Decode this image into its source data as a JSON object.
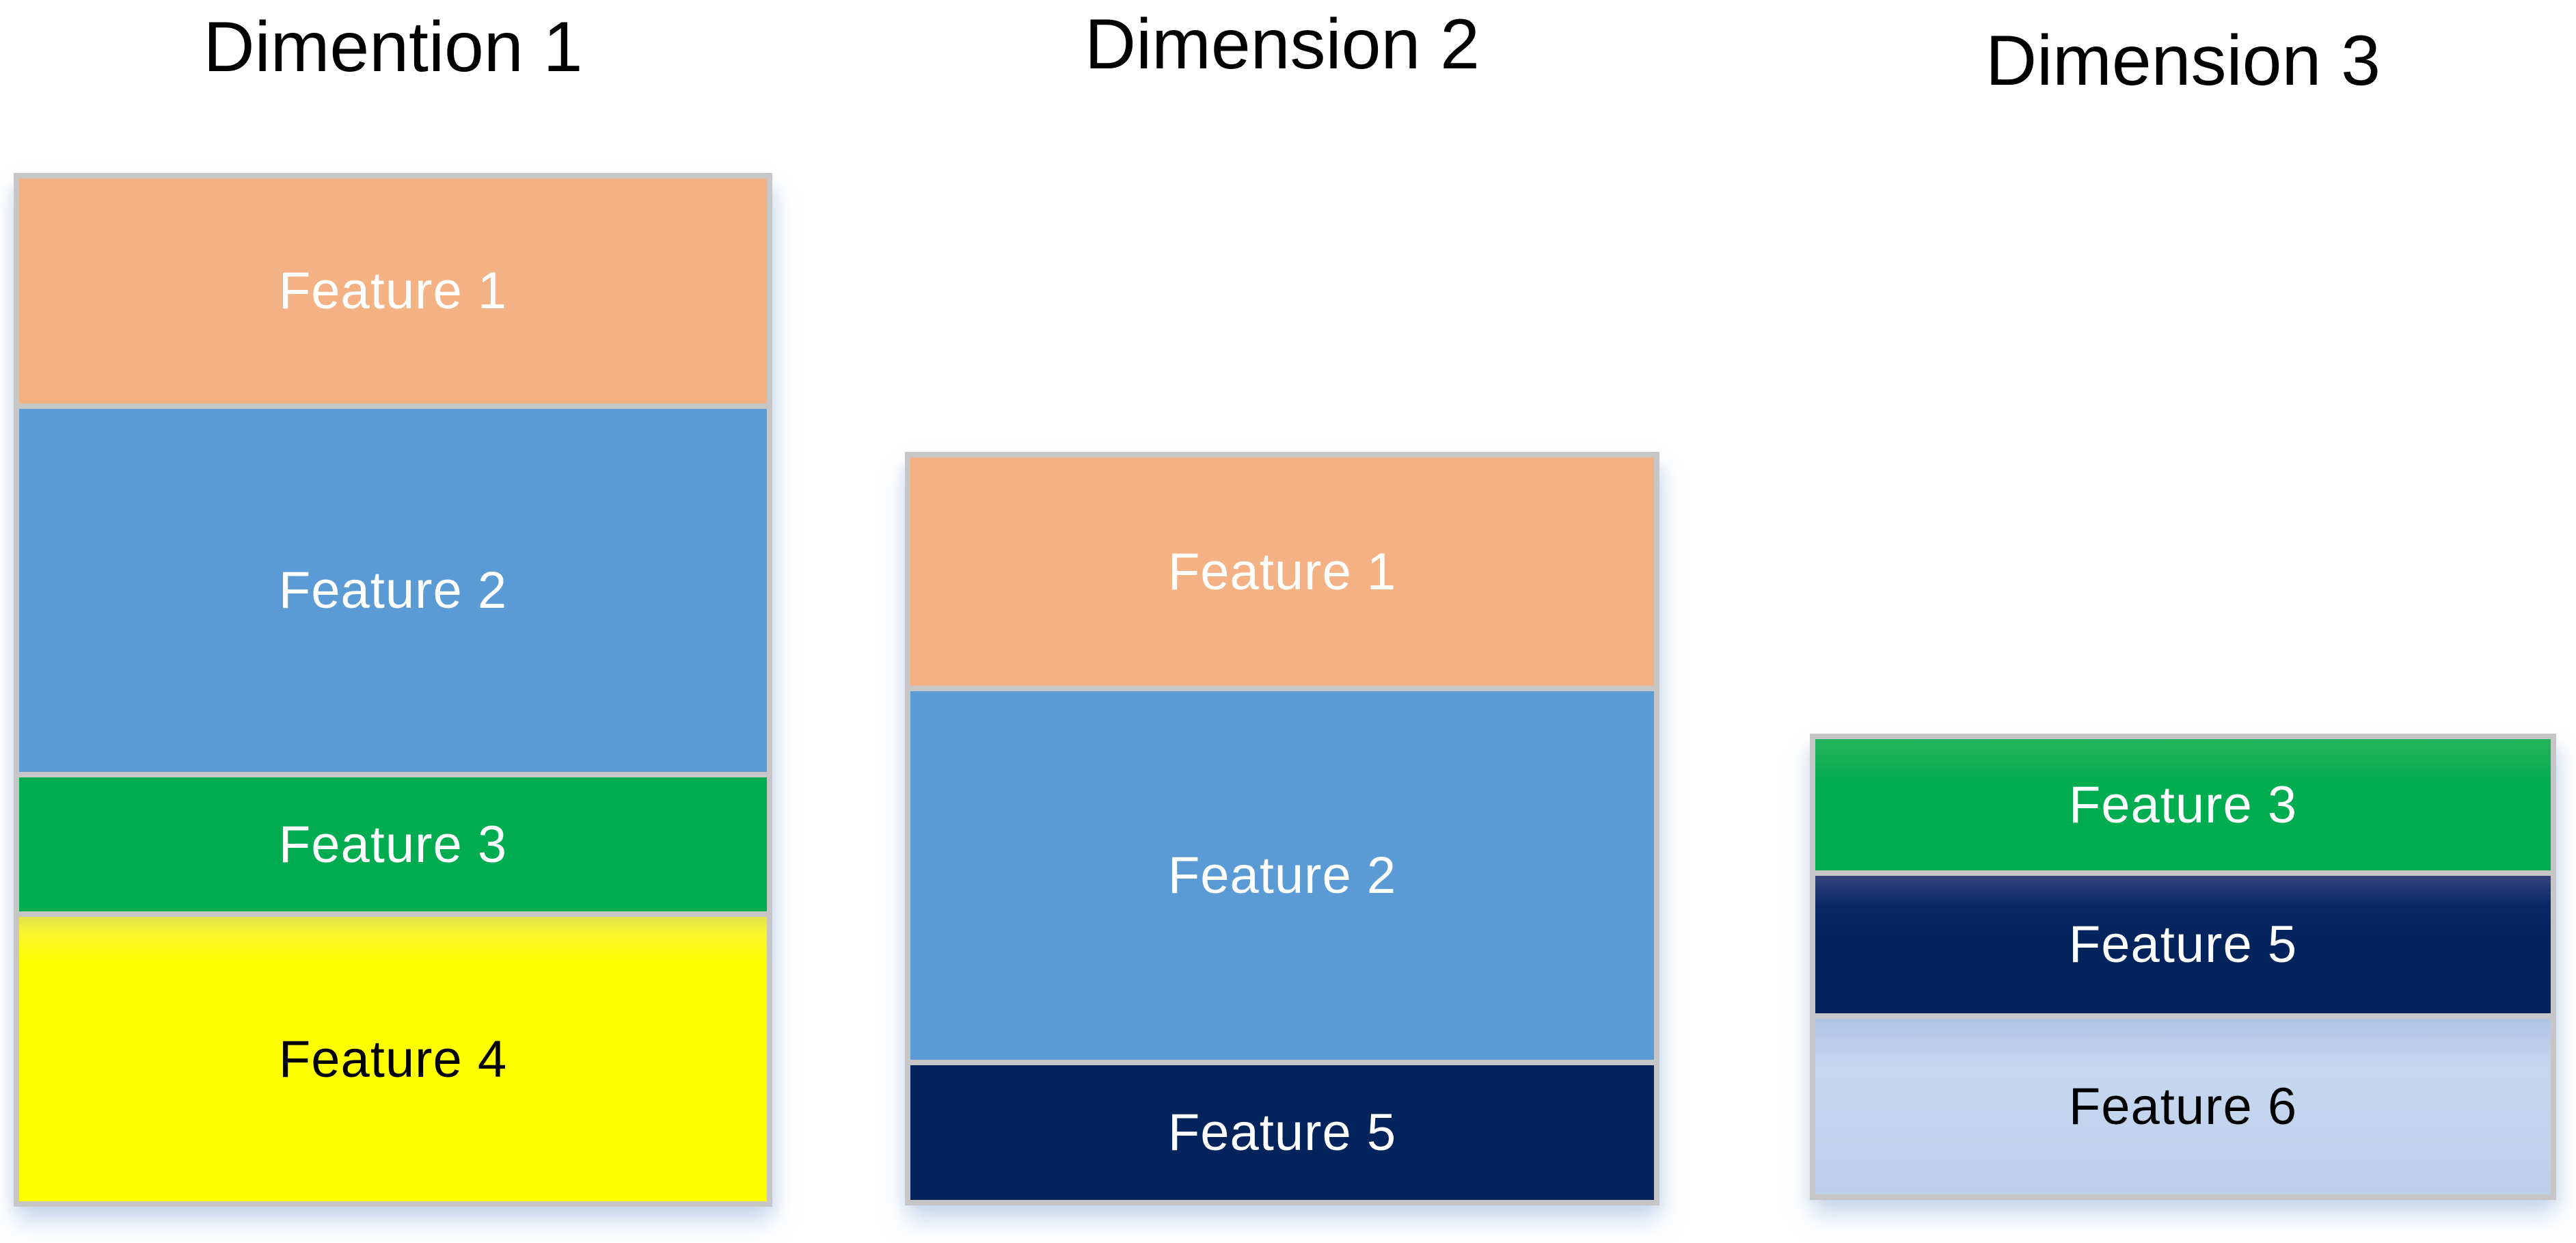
{
  "page": {
    "background": "#FFFFFF"
  },
  "palette": {
    "orange": "#F4B183",
    "blue": "#5B9BD5",
    "green": "#00AC50",
    "yellow": "#FFFF00",
    "navy": "#03235D",
    "light_blue": "#BDD0EA",
    "border_gray": "#C6C6C6",
    "title_text": "#000000",
    "label_on_dark": "#FFFFFF",
    "label_on_light": "#000000"
  },
  "columns": [
    {
      "title": "Dimention 1",
      "blocks": [
        {
          "label": "Feature 1",
          "color": "#F4B183",
          "text_color": "#FFFFFF"
        },
        {
          "label": "Feature 2",
          "color": "#5B9BD5",
          "text_color": "#FFFFFF"
        },
        {
          "label": "Feature 3",
          "color": "#00AC50",
          "text_color": "#FFFFFF"
        },
        {
          "label": "Feature 4",
          "color": "#FFFF00",
          "text_color": "#000000"
        }
      ]
    },
    {
      "title": "Dimension 2",
      "blocks": [
        {
          "label": "Feature 1",
          "color": "#F4B183",
          "text_color": "#FFFFFF"
        },
        {
          "label": "Feature 2",
          "color": "#5B9BD5",
          "text_color": "#FFFFFF"
        },
        {
          "label": "Feature 5",
          "color": "#03235D",
          "text_color": "#FFFFFF"
        }
      ]
    },
    {
      "title": "Dimension 3",
      "blocks": [
        {
          "label": "Feature 3",
          "color": "#00AC50",
          "text_color": "#FFFFFF"
        },
        {
          "label": "Feature 5",
          "color": "#03235D",
          "text_color": "#FFFFFF"
        },
        {
          "label": "Feature 6",
          "color": "#BDD0EA",
          "text_color": "#000000"
        }
      ]
    }
  ]
}
